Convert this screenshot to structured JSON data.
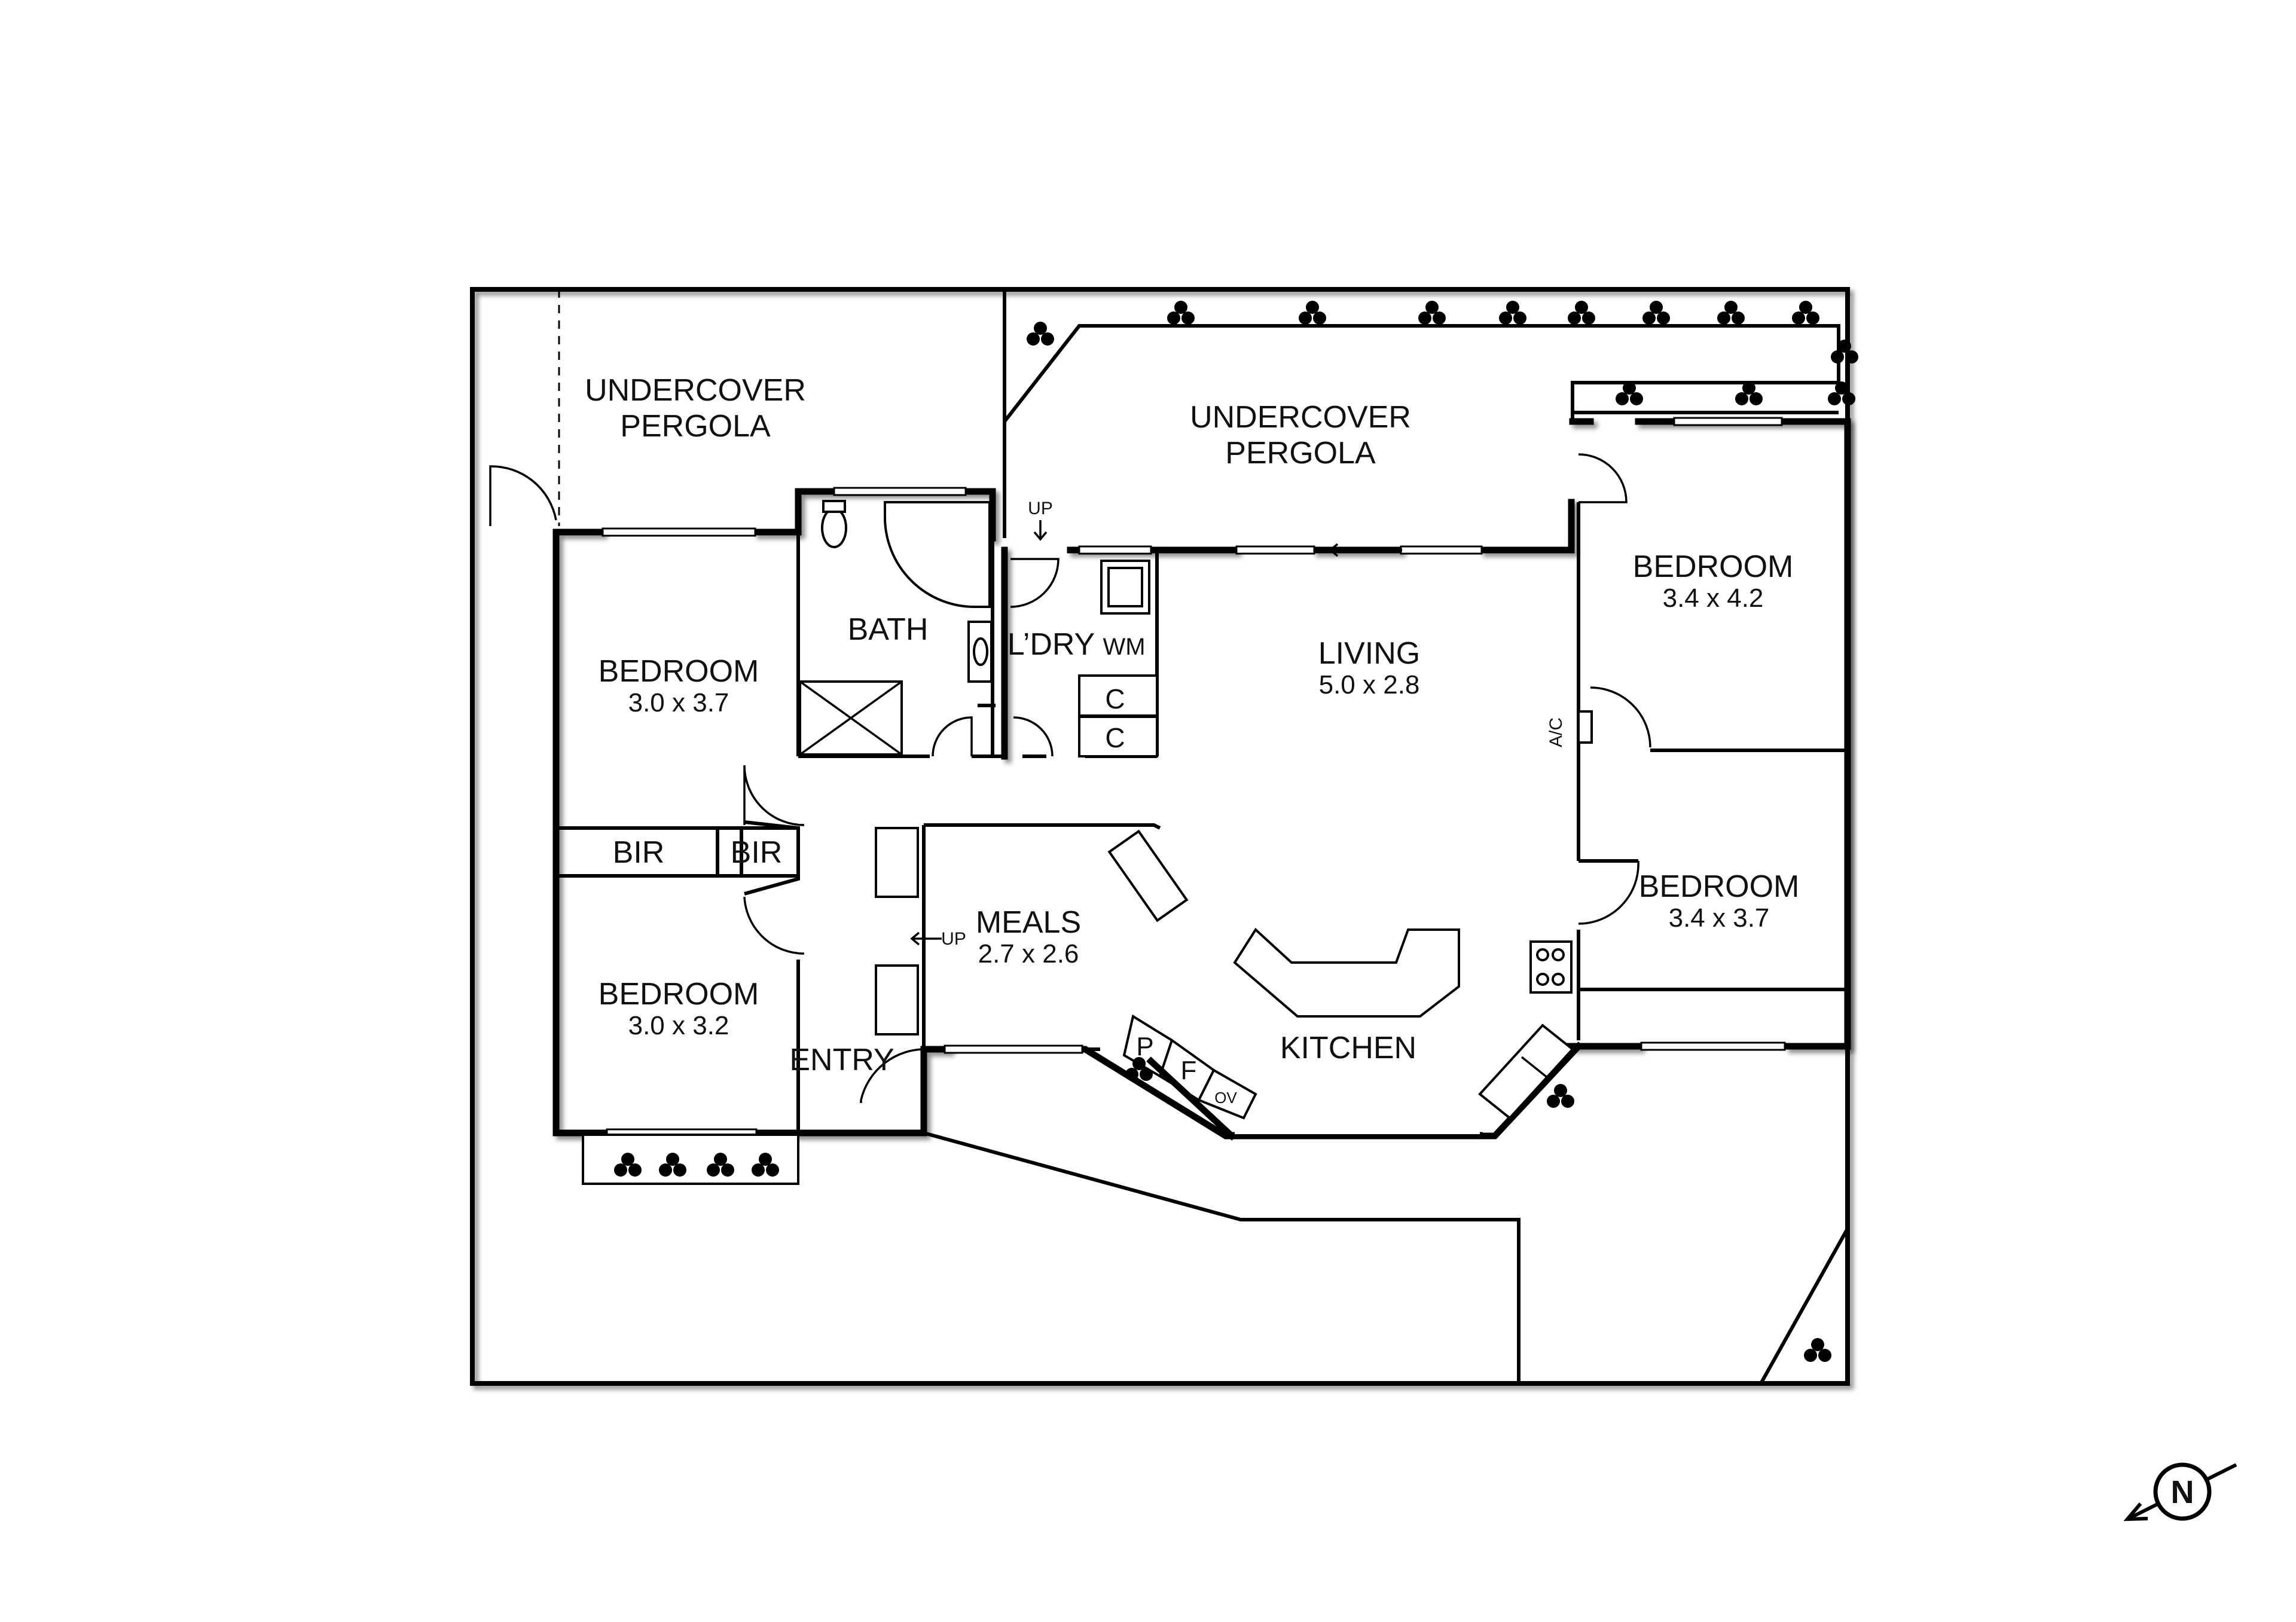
{
  "rooms": {
    "pergola_left": {
      "line1": "UNDERCOVER",
      "line2": "PERGOLA"
    },
    "pergola_right": {
      "line1": "UNDERCOVER",
      "line2": "PERGOLA"
    },
    "bath": {
      "name": "BATH"
    },
    "laundry": {
      "name": "L’DRY"
    },
    "wm": {
      "name": "WM"
    },
    "cupboard_1": {
      "name": "C"
    },
    "cupboard_2": {
      "name": "C"
    },
    "living": {
      "name": "LIVING",
      "size": "5.0 x 2.8"
    },
    "bedroom_nw": {
      "name": "BEDROOM",
      "size": "3.0 x 3.7"
    },
    "bedroom_sw": {
      "name": "BEDROOM",
      "size": "3.0 x 3.2"
    },
    "bedroom_ne": {
      "name": "BEDROOM",
      "size": "3.4 x 4.2"
    },
    "bedroom_se": {
      "name": "BEDROOM",
      "size": "3.4 x 3.7"
    },
    "bir_1": {
      "name": "BIR"
    },
    "bir_2": {
      "name": "BIR"
    },
    "meals": {
      "name": "MEALS",
      "size": "2.7 x 2.6"
    },
    "kitchen": {
      "name": "KITCHEN"
    },
    "entry": {
      "name": "ENTRY"
    },
    "pantry": {
      "name": "P"
    },
    "fridge": {
      "name": "F"
    },
    "oven": {
      "name": "OV"
    }
  },
  "annotations": {
    "up_laundry": "UP",
    "up_meals": "UP",
    "ac": "A/C"
  },
  "compass": {
    "letter": "N"
  }
}
